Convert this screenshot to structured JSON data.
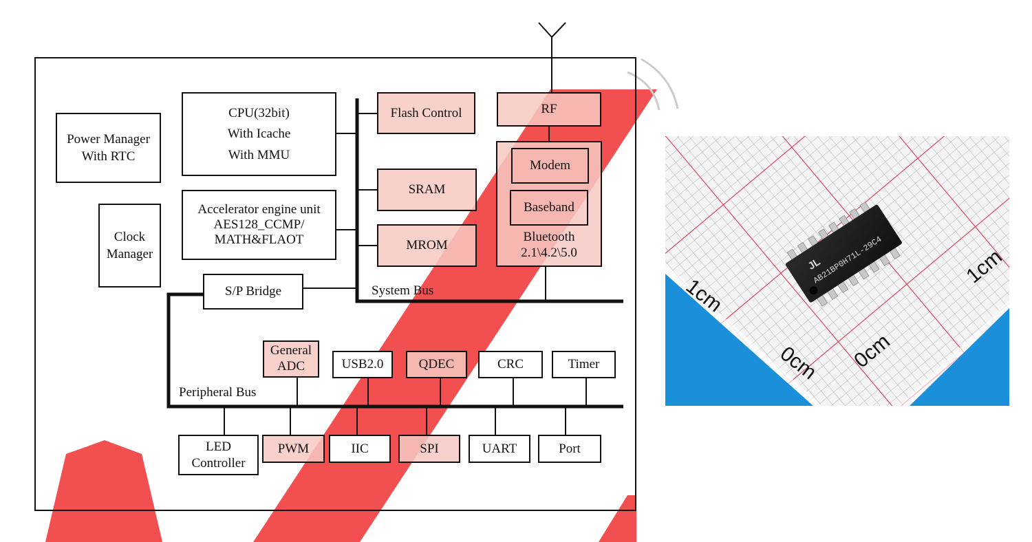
{
  "diagram": {
    "cpu": [
      "CPU(32bit)",
      "With Icache",
      "With MMU"
    ],
    "power_manager": [
      "Power Manager",
      "With RTC"
    ],
    "clock_manager": [
      "Clock",
      "Manager"
    ],
    "accelerator": [
      "Accelerator engine unit",
      "AES128_CCMP/",
      "MATH&FLAOT"
    ],
    "flash_control": "Flash Control",
    "sram": "SRAM",
    "mrom": "MROM",
    "rf": "RF",
    "modem": "Modem",
    "baseband": "Baseband",
    "bluetooth": [
      "Bluetooth",
      "2.1\\4.2\\5.0"
    ],
    "sp_bridge": "S/P Bridge",
    "system_bus": "System Bus",
    "peripheral_bus": "Peripheral Bus",
    "general_adc": [
      "General",
      "ADC"
    ],
    "usb": "USB2.0",
    "qdec": "QDEC",
    "crc": "CRC",
    "timer": "Timer",
    "led_controller": [
      "LED",
      "Controller"
    ],
    "pwm": "PWM",
    "iic": "IIC",
    "spi": "SPI",
    "uart": "UART",
    "port": "Port"
  },
  "photo": {
    "chip_marking_logo": "JL",
    "chip_marking": "AB21BP0H71L-29C4",
    "ruler_labels": [
      "1cm",
      "1cm",
      "0cm",
      "0cm"
    ]
  },
  "colors": {
    "watermark_red": "#f25050",
    "block_fill": "#f7c9c3",
    "ruler_blue": "#1b8fd9",
    "grid_red": "#dd3e5c"
  }
}
